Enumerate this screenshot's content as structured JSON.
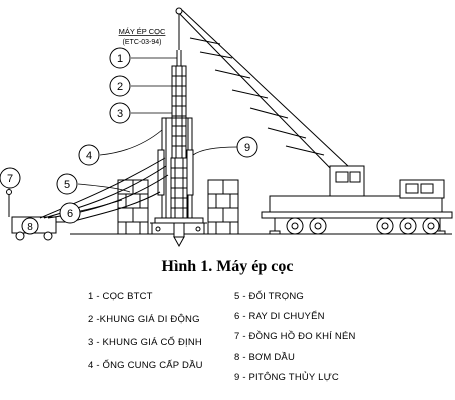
{
  "header": {
    "machine_label": "MÁY ÉP CỌC",
    "machine_code": "(ETC-03-94)"
  },
  "callouts": [
    "1",
    "2",
    "3",
    "4",
    "5",
    "6",
    "7",
    "8",
    "9"
  ],
  "caption": "Hình 1. Máy ép cọc",
  "legend": {
    "left": [
      "1 - CỌC BTCT",
      "2 -KHUNG GIÁ DI ĐỘNG",
      "3 - KHUNG GIÁ CỐ ĐỊNH",
      "4 - ỐNG CUNG CẤP DẦU"
    ],
    "right": [
      "5 - ĐỐI TRỌNG",
      "6 - RAY DI CHUYỂN",
      "7 - ĐỒNG HỒ ĐO KHÍ NÉN",
      "8 - BƠM DẦU",
      "9 - PITÔNG THỦY LỰC"
    ]
  }
}
